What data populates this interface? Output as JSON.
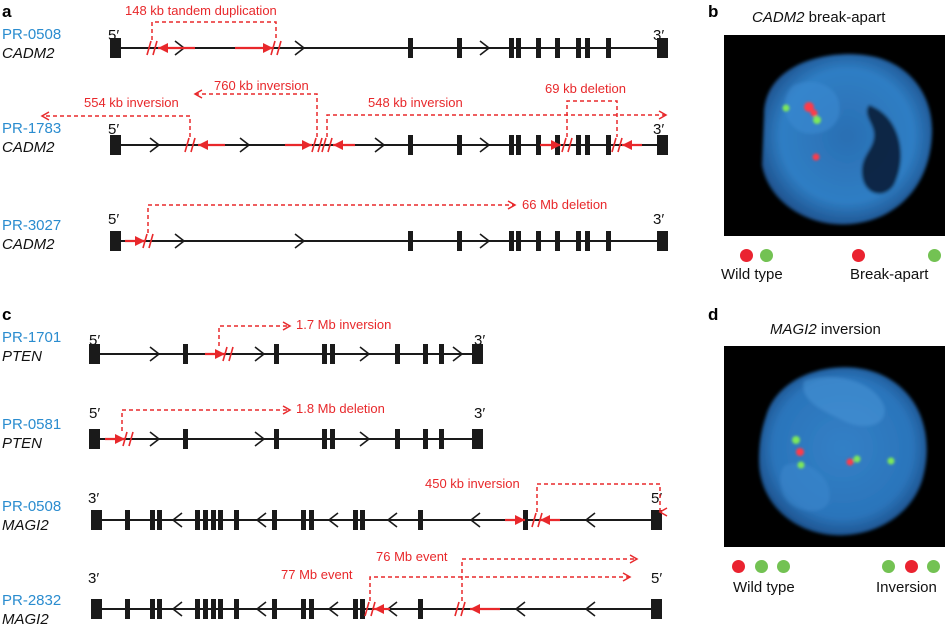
{
  "colors": {
    "sample_blue": "#2a8ccf",
    "event_red": "#e8282b",
    "exon_black": "#1a1a1a",
    "probe_red": "#ff3b4a",
    "probe_green": "#7de85a",
    "nucleus_blue": "#2f7ec4"
  },
  "panel_a": {
    "letter": "a",
    "tracks": [
      {
        "sample": "PR-0508",
        "gene": "CADM2",
        "left_end": "5′",
        "right_end": "3′",
        "events": [
          "148 kb tandem duplication"
        ]
      },
      {
        "sample": "PR-1783",
        "gene": "CADM2",
        "left_end": "5′",
        "right_end": "3′",
        "events": [
          "554 kb inversion",
          "760 kb inversion",
          "548 kb inversion",
          "69 kb deletion"
        ]
      },
      {
        "sample": "PR-3027",
        "gene": "CADM2",
        "left_end": "5′",
        "right_end": "3′",
        "events": [
          "66 Mb deletion"
        ]
      }
    ]
  },
  "panel_c": {
    "letter": "c",
    "tracks": [
      {
        "sample": "PR-1701",
        "gene": "PTEN",
        "left_end": "5′",
        "right_end": "3′",
        "events": [
          "1.7 Mb inversion"
        ]
      },
      {
        "sample": "PR-0581",
        "gene": "PTEN",
        "left_end": "5′",
        "right_end": "3′",
        "events": [
          "1.8 Mb deletion"
        ]
      },
      {
        "sample": "PR-0508",
        "gene": "MAGI2",
        "left_end": "3′",
        "right_end": "5′",
        "events": [
          "450 kb inversion"
        ]
      },
      {
        "sample": "PR-2832",
        "gene": "MAGI2",
        "left_end": "3′",
        "right_end": "5′",
        "events": [
          "76 Mb event",
          "77 Mb event"
        ]
      }
    ]
  },
  "panel_b": {
    "letter": "b",
    "title_gene": "CADM2",
    "title_rest": " break-apart",
    "legend": {
      "left": "Wild type",
      "right": "Break-apart"
    }
  },
  "panel_d": {
    "letter": "d",
    "title_gene": "MAGI2",
    "title_rest": " inversion",
    "legend": {
      "left": "Wild type",
      "right": "Inversion"
    }
  }
}
